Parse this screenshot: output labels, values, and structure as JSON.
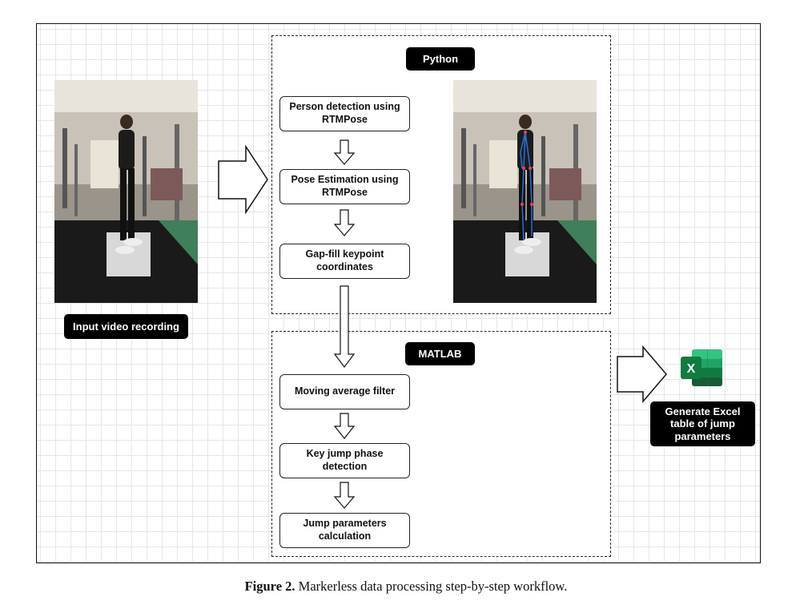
{
  "python_label": "Python",
  "matlab_label": "MATLAB",
  "input_label": "Input video recording",
  "python_steps": [
    {
      "line1": "Person detection using",
      "line2": "RTMPose"
    },
    {
      "line1": "Pose Estimation using",
      "line2": "RTMPose"
    },
    {
      "line1": "Gap-fill keypoint",
      "line2": "coordinates"
    }
  ],
  "matlab_steps": [
    {
      "line1": "Moving average filter",
      "line2": ""
    },
    {
      "line1": "Key jump phase",
      "line2": "detection"
    },
    {
      "line1": "Jump parameters",
      "line2": "calculation"
    }
  ],
  "output_label": {
    "line1": "Generate Excel",
    "line2": "table of jump",
    "line3": "parameters"
  },
  "excel_letter": "X",
  "caption": {
    "prefix": "Figure 2.",
    "text": "Markerless data processing step-by-step workflow."
  },
  "colors": {
    "excel_dark": "#107c41",
    "excel_mid": "#21a366",
    "excel_light": "#33c481",
    "badge": "#000000"
  }
}
